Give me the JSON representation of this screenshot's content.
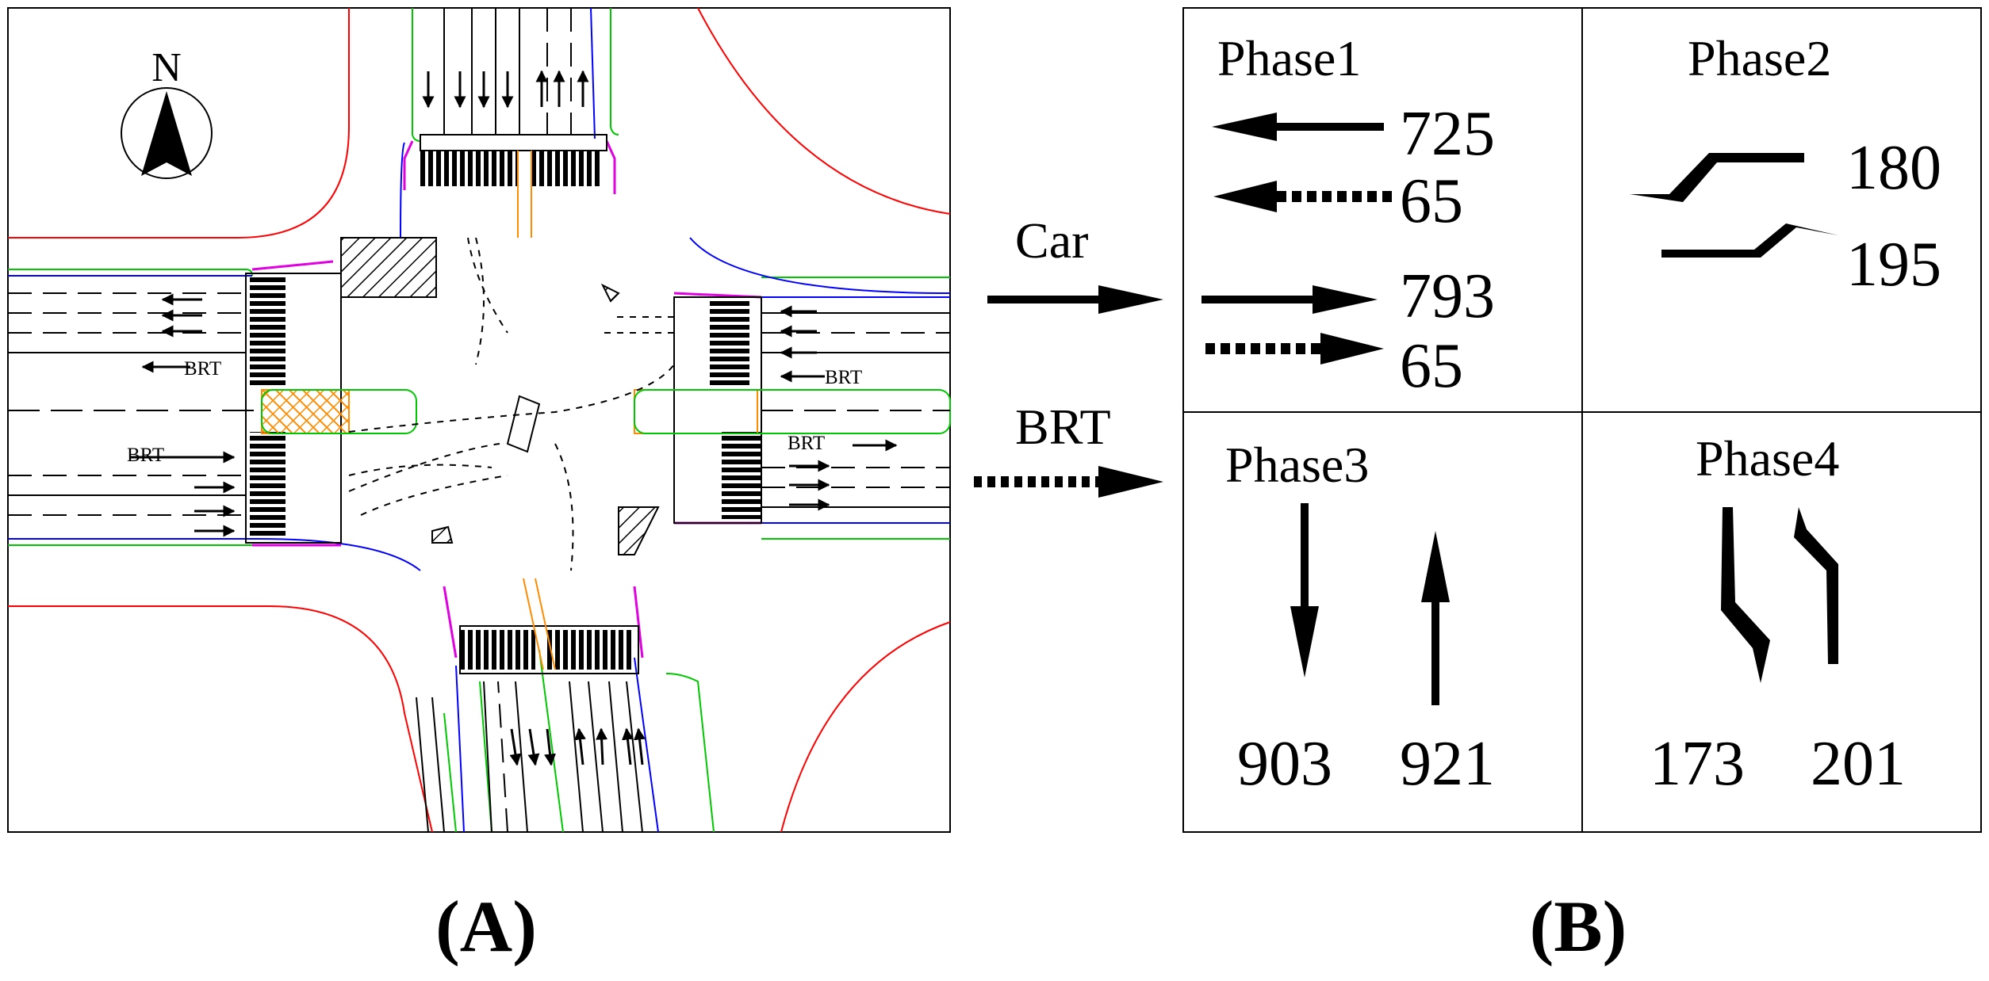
{
  "compass": {
    "label": "N"
  },
  "intersection": {
    "brt_labels": [
      "BRT",
      "BRT",
      "BRT",
      "BRT"
    ]
  },
  "legend": {
    "car": "Car",
    "brt": "BRT"
  },
  "phases": [
    {
      "title": "Phase1",
      "values": [
        "725",
        "65",
        "793",
        "65"
      ]
    },
    {
      "title": "Phase2",
      "values": [
        "180",
        "195"
      ]
    },
    {
      "title": "Phase3",
      "values": [
        "903",
        "921"
      ]
    },
    {
      "title": "Phase4",
      "values": [
        "173",
        "201"
      ]
    }
  ],
  "panels": {
    "a": "(A)",
    "b": "(B)"
  },
  "colors": {
    "road_edge": "#ff0000",
    "lane_green": "#00c800",
    "lane_blue": "#0000ff",
    "island_magenta": "#e000e0",
    "brt_crossing": "#ff8c00"
  }
}
